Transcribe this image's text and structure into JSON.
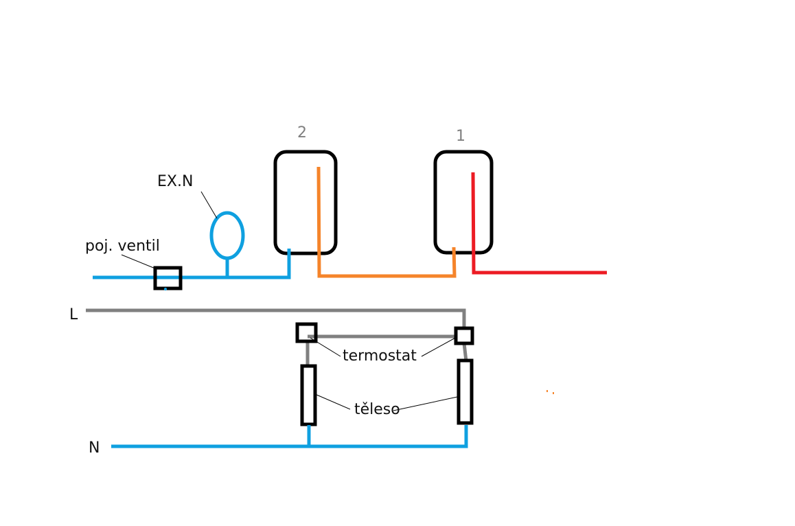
{
  "diagram": {
    "labels": {
      "tank_2": "2",
      "tank_1": "1",
      "expansion_vessel": "EX.N",
      "safety_valve": "poj. ventil",
      "line_L": "L",
      "line_N": "N",
      "thermostat": "termostat",
      "heating_element": "těleso"
    },
    "colors": {
      "cold_water": "#0fa0e0",
      "warm_water": "#f5842a",
      "hot_water": "#ec1c24",
      "phase_wire": "#808080",
      "outline": "#000000",
      "tank_number": "#7f7f7f"
    },
    "components": [
      {
        "id": "tank-2",
        "type": "water-heater",
        "label": "2"
      },
      {
        "id": "tank-1",
        "type": "water-heater",
        "label": "1"
      },
      {
        "id": "expansion-vessel",
        "type": "expansion-vessel",
        "label": "EX.N"
      },
      {
        "id": "safety-valve",
        "type": "valve",
        "label": "poj. ventil"
      },
      {
        "id": "thermostat-left",
        "type": "thermostat",
        "label": "termostat"
      },
      {
        "id": "thermostat-right",
        "type": "thermostat",
        "label": "termostat"
      },
      {
        "id": "heating-element-left",
        "type": "heating-element",
        "label": "těleso"
      },
      {
        "id": "heating-element-right",
        "type": "heating-element",
        "label": "těleso"
      }
    ]
  }
}
